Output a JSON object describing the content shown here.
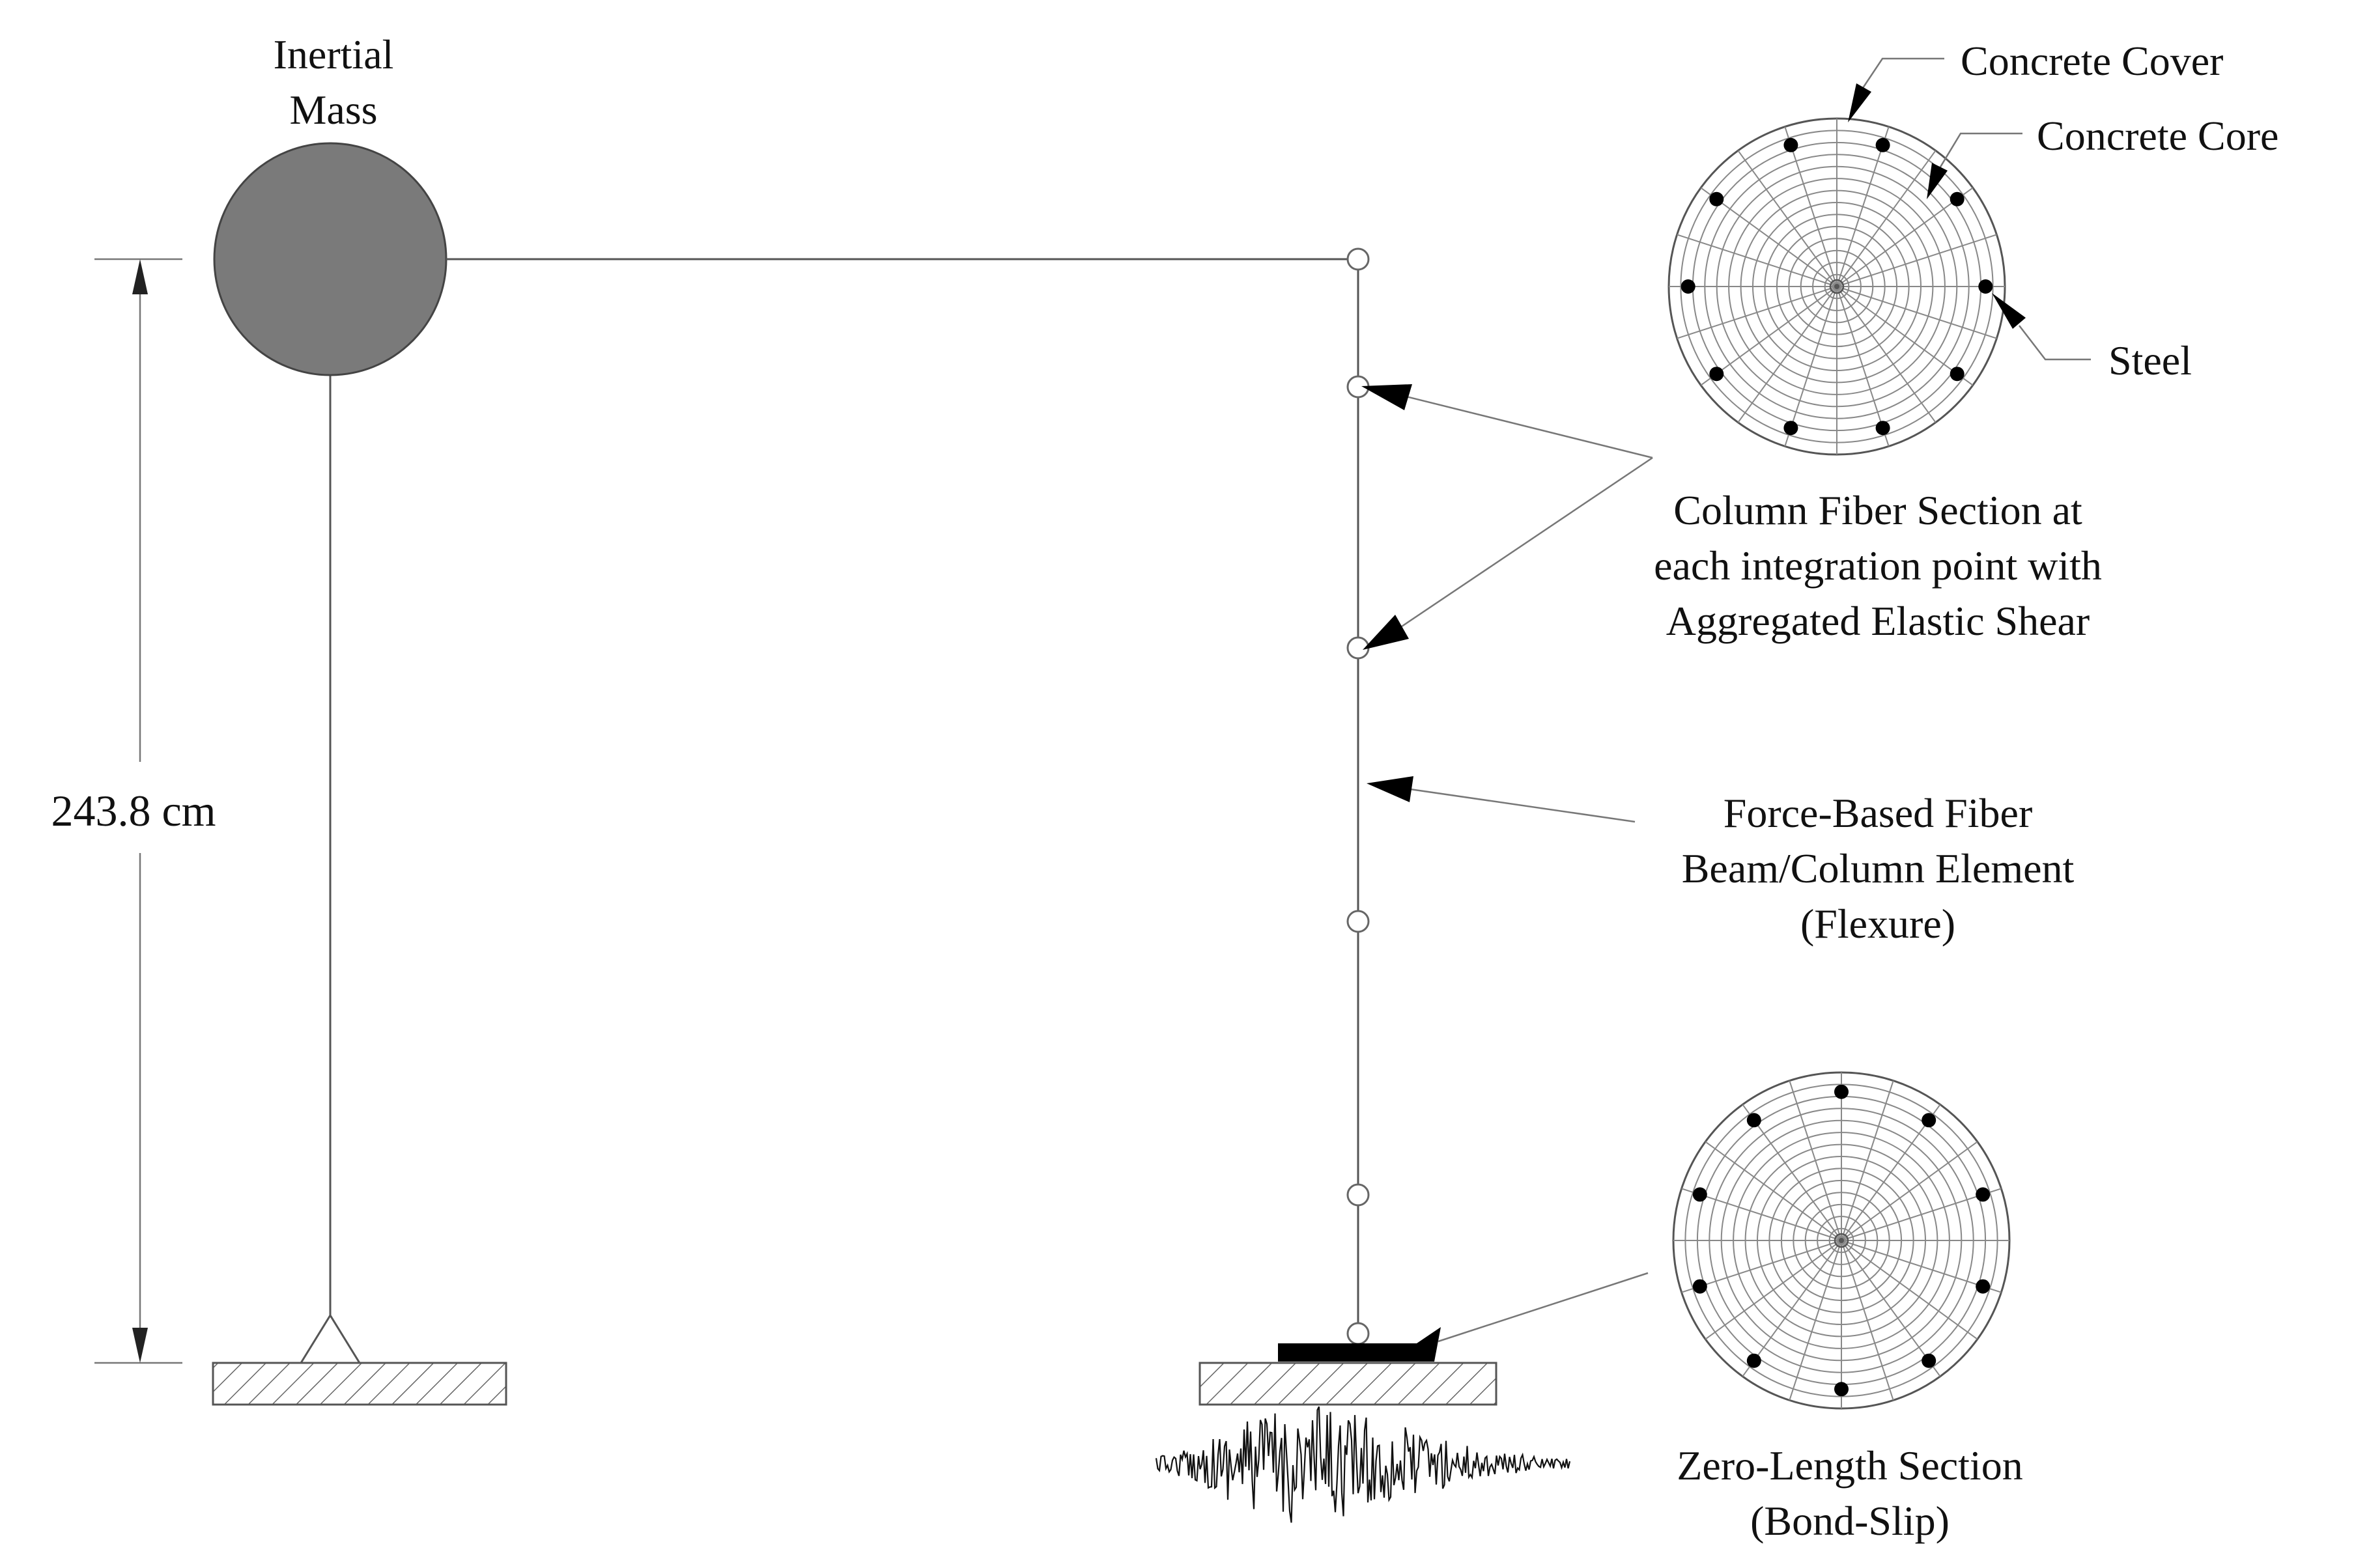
{
  "labels": {
    "mass_line1": "Inertial",
    "mass_line2": "Mass",
    "height_dim": "243.8 cm",
    "cover": "Concrete Cover",
    "core": "Concrete Core",
    "steel": "Steel",
    "fiber_line1": "Column Fiber Section at",
    "fiber_line2": "each integration point with",
    "fiber_line3": "Aggregated Elastic Shear",
    "force_line1": "Force-Based Fiber",
    "force_line2": "Beam/Column Element",
    "force_line3": "(Flexure)",
    "zero_line1": "Zero-Length Section",
    "zero_line2": "(Bond-Slip)"
  },
  "colors": {
    "mass_fill": "#7a7a7a",
    "line": "#555555",
    "text": "#111111"
  }
}
